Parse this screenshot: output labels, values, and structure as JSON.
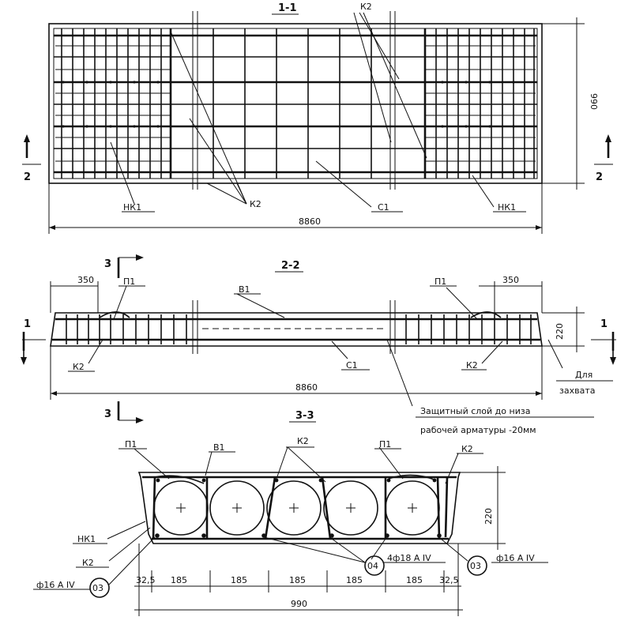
{
  "section_1_1": {
    "title": "1-1",
    "labels": {
      "k2_top": "К2",
      "nk1_left": "НК1",
      "k2_bottom": "К2",
      "c1": "С1",
      "nk1_right": "НК1"
    },
    "dim_length": "8860",
    "dim_height": "990",
    "cut_left": "2",
    "cut_right": "2"
  },
  "section_2_2": {
    "title": "2-2",
    "labels": {
      "p1_left": "П1",
      "b1": "В1",
      "p1_right": "П1",
      "k2_left": "К2",
      "c1": "С1",
      "k2_right": "К2"
    },
    "dim_left_350": "350",
    "dim_right_350": "350",
    "dim_height": "220",
    "dim_length": "8860",
    "cut_left": "1",
    "cut_right": "1",
    "cut_3_top": "3",
    "cut_3_bottom": "3",
    "note_lift_1": "Для",
    "note_lift_2": "захвата",
    "note_cover_1": "Защитный слой до низа",
    "note_cover_2": "рабочей арматуры -20мм"
  },
  "section_3_3": {
    "title": "3-3",
    "labels": {
      "p1_left": "П1",
      "b1": "В1",
      "k2_top": "К2",
      "p1_right": "П1",
      "k2_right": "К2",
      "nk1": "НК1",
      "k2_left": "К2",
      "bar_left": "ф16 А IV",
      "bubble_03_left": "03",
      "bubble_04": "04",
      "bar_mid": "4ф18 А IV",
      "bubble_03_right": "03",
      "bar_right": "ф16 А IV"
    },
    "dim_height": "220",
    "dims_bottom": [
      "32,5",
      "185",
      "185",
      "185",
      "185",
      "185",
      "32,5"
    ],
    "dim_total": "990"
  }
}
